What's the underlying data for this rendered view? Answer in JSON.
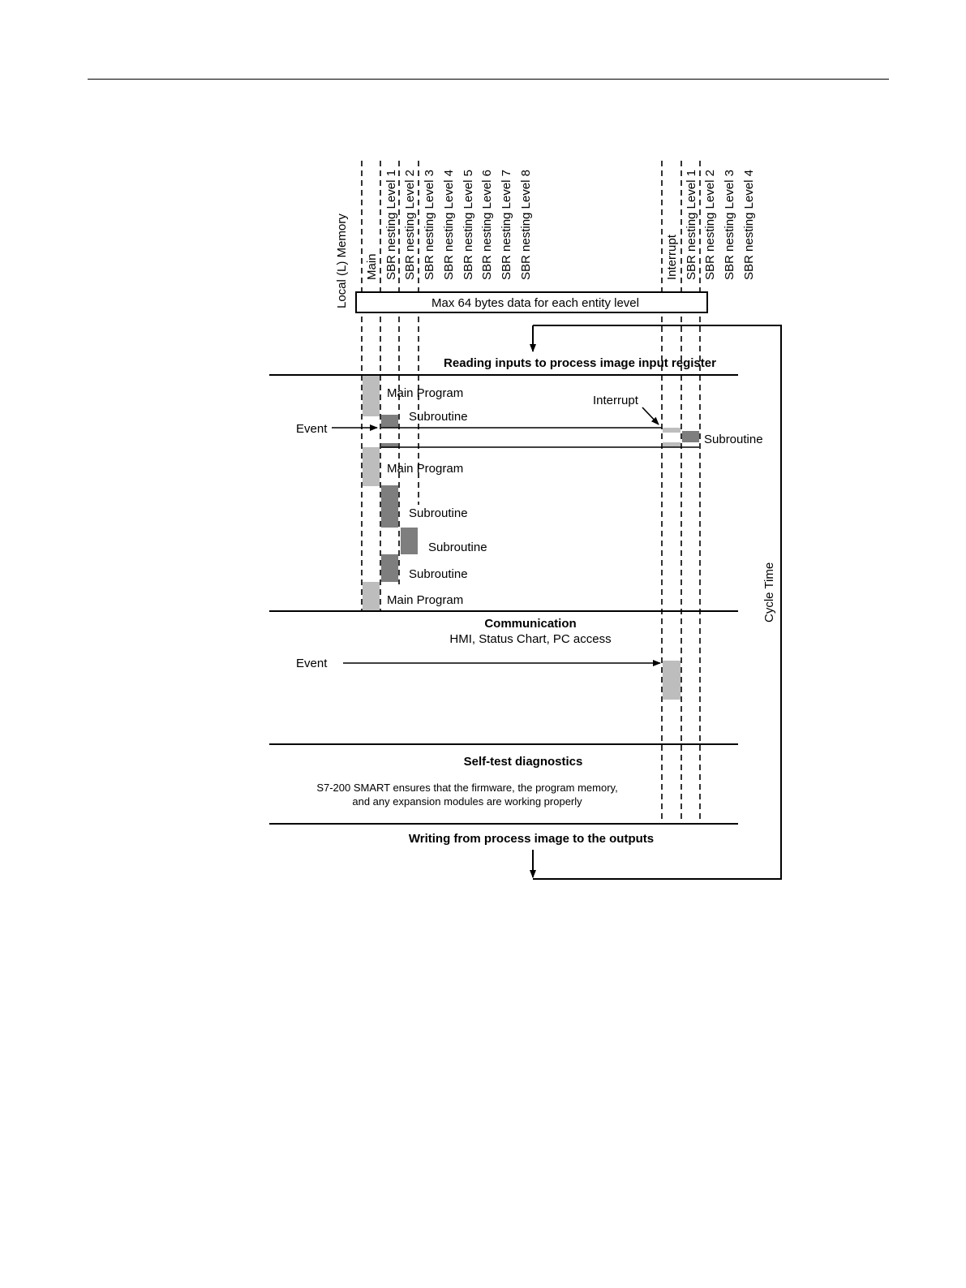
{
  "diagram": {
    "memory_label": "Local (L) Memory",
    "left_columns": [
      "Main",
      "SBR nesting Level 1",
      "SBR nesting Level 2",
      "SBR nesting Level 3",
      "SBR nesting Level 4",
      "SBR nesting Level 5",
      "SBR nesting Level 6",
      "SBR nesting Level 7",
      "SBR nesting Level 8"
    ],
    "right_columns": [
      "Interrupt",
      "SBR nesting Level 1",
      "SBR nesting Level 2",
      "SBR nesting Level 3",
      "SBR nesting Level 4"
    ],
    "max_bytes_box": "Max 64 bytes data for each entity level",
    "reading_inputs": "Reading inputs to process image input register",
    "main_program": "Main Program",
    "subroutine": "Subroutine",
    "interrupt": "Interrupt",
    "event": "Event",
    "communication_title": "Communication",
    "communication_sub": "HMI, Status Chart, PC access",
    "selftest_title": "Self-test diagnostics",
    "selftest_line1": "S7-200 SMART ensures that the firmware, the program memory,",
    "selftest_line2": "and any expansion modules are working properly",
    "writing_outputs": "Writing from process image to the outputs",
    "cycle_time": "Cycle Time",
    "colors": {
      "light_block": "#bdbdbd",
      "dark_block": "#7e7e7e",
      "line": "#000000"
    }
  }
}
